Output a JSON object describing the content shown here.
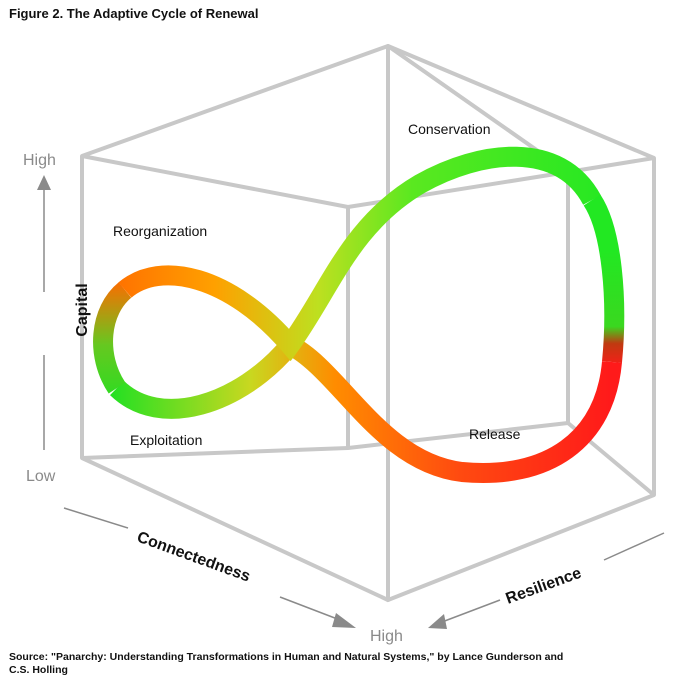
{
  "figure": {
    "title": "Figure 2. The Adaptive Cycle of Renewal"
  },
  "phases": {
    "conservation": "Conservation",
    "reorganization": "Reorganization",
    "exploitation": "Exploitation",
    "release": "Release"
  },
  "axes": {
    "capital": {
      "label": "Capital",
      "high": "High",
      "low": "Low"
    },
    "connectedness": {
      "label": "Connectedness"
    },
    "resilience": {
      "label": "Resilience"
    },
    "bottom_high": "High"
  },
  "colors": {
    "box_lines": "#c8c8c8",
    "green": "#22e022",
    "orange": "#ff8c00",
    "red": "#ff1a1a",
    "arrow_gray": "#8a8a8a"
  },
  "source": {
    "line1": "Source: \"Panarchy: Understanding Transformations in Human and Natural Systems,\" by Lance Gunderson and",
    "line2": "C.S. Holling"
  }
}
